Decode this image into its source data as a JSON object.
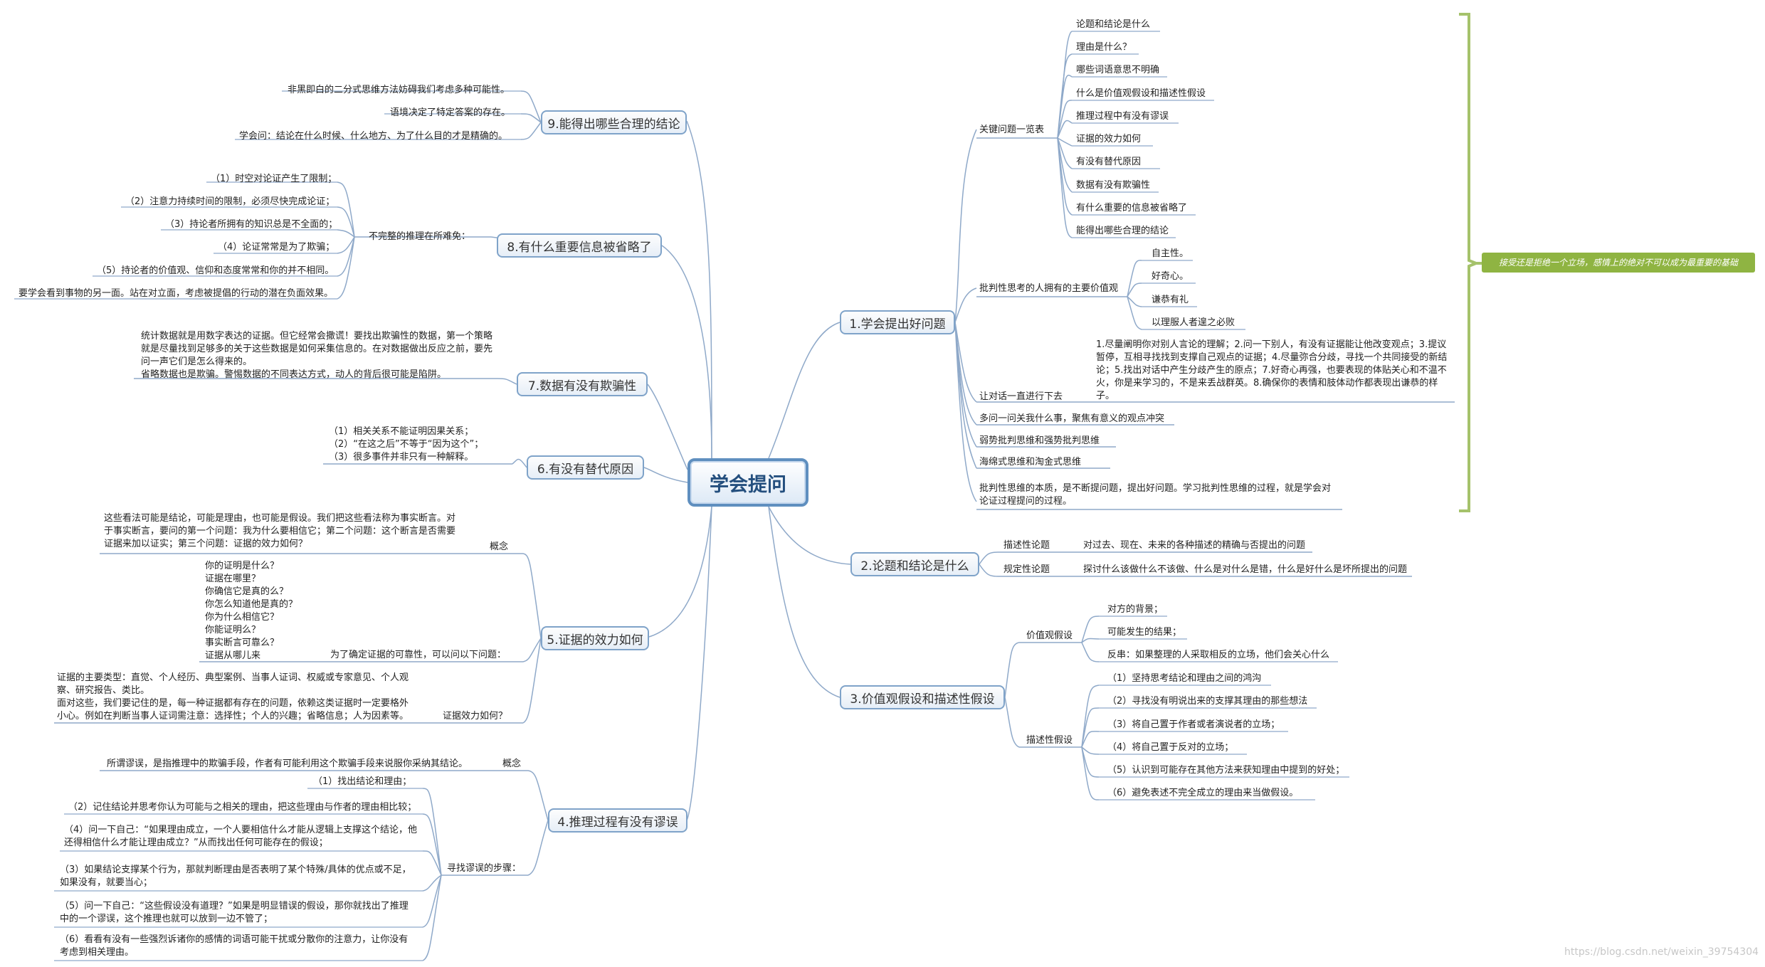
{
  "center": "学会提问",
  "topics": {
    "t1": "1.学会提出好问题",
    "t2": "2.论题和结论是什么",
    "t3": "3.价值观假设和描述性假设",
    "t4": "4.推理过程有没有谬误",
    "t5": "5.证据的效力如何",
    "t6": "6.有没有替代原因",
    "t7": "7.数据有没有欺骗性",
    "t8": "8.有什么重要信息被省略了",
    "t9": "9.能得出哪些合理的结论"
  },
  "t1": {
    "key_questions_label": "关键问题一览表",
    "key_questions": [
      "论题和结论是什么",
      "理由是什么？",
      "哪些词语意思不明确",
      "什么是价值观假设和描述性假设",
      "推理过程中有没有谬误",
      "证据的效力如何",
      "有没有替代原因",
      "数据有没有欺骗性",
      "有什么重要的信息被省略了",
      "能得出哪些合理的结论"
    ],
    "values_label": "批判性思考的人拥有的主要价值观",
    "values": [
      "自主性。",
      "好奇心。",
      "谦恭有礼",
      "以理服人者遑之必败"
    ],
    "dialogue_label": "让对话一直进行下去",
    "dialogue_text": "1.尽量阐明你对别人言论的理解；2.问一下别人，有没有证据能让他改变观点；3.提议暂停，互相寻找找到支撑自己观点的证据；4.尽量弥合分歧，寻找一个共同接受的新结论；5.找出对话中产生分歧产生的原点；7.好奇心再强，也要表现的体贴关心和不温不火，你是来学习的，不是来丢战群英。8.确保你的表情和肢体动作都表现出谦恭的样子。",
    "others": [
      "多问一问关我什么事，聚焦有意义的观点冲突",
      "弱势批判思维和强势批判思维",
      "海绵式思维和淘金式思维"
    ],
    "essence": "批判性思维的本质，是不断提问题，提出好问题。学习批判性思维的过程，就是学会对论证过程提问的过程。"
  },
  "note": "接受还是拒绝一个立场，感情上的绝对不可以成为最重要的基础",
  "t2": {
    "desc_label": "描述性论题",
    "desc_text": "对过去、现在、未来的各种描述的精确与否提出的问题",
    "norm_label": "规定性论题",
    "norm_text": "探讨什么该做什么不该做、什么是对什么是错，什么是好什么是坏所提出的问题"
  },
  "t3": {
    "value_label": "价值观假设",
    "value_items": [
      "对方的背景；",
      "可能发生的结果；",
      "反串：如果整理的人采取相反的立场，他们会关心什么"
    ],
    "desc_label": "描述性假设",
    "desc_items": [
      "（1）坚持思考结论和理由之间的鸿沟",
      "（2）寻找没有明说出来的支撑其理由的那些想法",
      "（3）将自己置于作者或者演说者的立场；",
      "（4）将自己置于反对的立场；",
      "（5）认识到可能存在其他方法来获知理由中提到的好处；",
      "（6）避免表述不完全成立的理由来当做假设。"
    ]
  },
  "t4": {
    "concept_label": "概念",
    "concept_text": "所谓谬误，是指推理中的欺骗手段，作者有可能利用这个欺骗手段来说服你采纳其结论。",
    "steps_label": "寻找谬误的步骤：",
    "steps": [
      "（1）找出结论和理由；",
      "（2）记住结论并思考你认为可能与之相关的理由，把这些理由与作者的理由相比较；",
      "（4）问一下自己：“如果理由成立，一个人要相信什么才能从逻辑上支撑这个结论，他还得相信什么才能让理由成立？”从而找出任何可能存在的假设；",
      "（3）如果结论支撑某个行为，那就判断理由是否表明了某个特殊/具体的优点或不足，如果没有，就要当心；",
      "（5）问一下自己：“这些假设没有道理？”如果是明显错误的假设，那你就找出了推理中的一个谬误，这个推理也就可以放到一边不管了；",
      "（6）看看有没有一些强烈诉诸你的感情的词语可能干扰或分散你的注意力，让你没有考虑到相关理由。"
    ]
  },
  "t5": {
    "concept_label": "概念",
    "concept_text": "这些看法可能是结论，可能是理由，也可能是假设。我们把这些看法称为事实断言。对于事实断言，要问的第一个问题：我为什么要相信它；第二个问题：这个断言是否需要证据来加以证实；第三个问题：证据的效力如何？",
    "questions_label": "为了确定证据的可靠性，可以问以下问题：",
    "questions": [
      "你的证明是什么？",
      "证据在哪里？",
      "你确信它是真的么？",
      "你怎么知道他是真的？",
      "你为什么相信它？",
      "你能证明么？",
      "事实断言可靠么？",
      "证据从哪儿来"
    ],
    "validity_label": "证据效力如何？",
    "validity_text": "证据的主要类型：直觉、个人经历、典型案例、当事人证词、权威或专家意见、个人观察、研究报告、类比。\n面对这些，我们要记住的是，每一种证据都有存在的问题，依赖这类证据时一定要格外小心。例如在判断当事人证词需注意：选择性；个人的兴趣；省略信息；人为因素等。"
  },
  "t6": {
    "items": [
      "（1）相关关系不能证明因果关系；",
      "（2）“在这之后”不等于“因为这个”；",
      "（3）很多事件并非只有一种解释。"
    ]
  },
  "t7": {
    "text": "统计数据就是用数字表达的证据。但它经常会撒谎！要找出欺骗性的数据，第一个策略就是尽量找到足够多的关于这些数据是如何采集信息的。在对数据做出反应之前，要先问一声它们是怎么得来的。\n省略数据也是欺骗。警惕数据的不同表达方式，动人的背后很可能是陷阱。"
  },
  "t8": {
    "label": "不完整的推理在所难免：",
    "items": [
      "（1）时空对论证产生了限制；",
      "（2）注意力持续时间的限制，必须尽快完成论证；",
      "（3）持论者所拥有的知识总是不全面的；",
      "（4）论证常常是为了欺骗；",
      "（5）持论者的价值观、信仰和态度常常和你的并不相同。"
    ],
    "other": "要学会看到事物的另一面。站在对立面，考虑被提倡的行动的潜在负面效果。"
  },
  "t9": {
    "items": [
      "非黑即白的二分式思维方法妨碍我们考虑多种可能性。",
      "语境决定了特定答案的存在。",
      "学会问：结论在什么时候、什么地方、为了什么目的才是精确的。"
    ]
  },
  "watermark": "https://blog.csdn.net/weixin_39754304",
  "colors": {
    "branch": "#8fa9c9",
    "topic_border": "#7fa3c9",
    "center_border": "#5f8fbf",
    "note_bracket": "#a5c26b",
    "note_bg": "#8fb442"
  }
}
